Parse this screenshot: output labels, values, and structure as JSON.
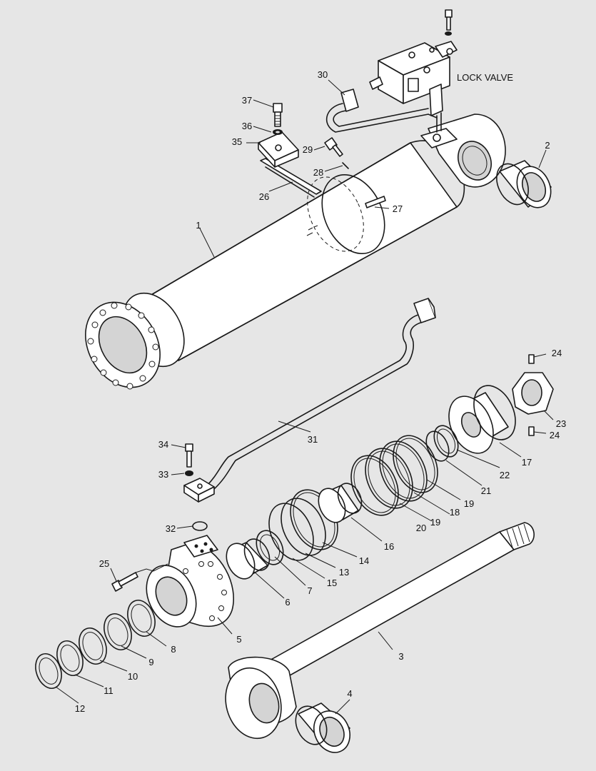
{
  "title": "LOCK VALVE",
  "callouts": [
    {
      "id": "c1",
      "text": "1"
    },
    {
      "id": "c2",
      "text": "2"
    },
    {
      "id": "c3",
      "text": "3"
    },
    {
      "id": "c4",
      "text": "4"
    },
    {
      "id": "c5",
      "text": "5"
    },
    {
      "id": "c6",
      "text": "6"
    },
    {
      "id": "c7",
      "text": "7"
    },
    {
      "id": "c8",
      "text": "8"
    },
    {
      "id": "c9",
      "text": "9"
    },
    {
      "id": "c10",
      "text": "10"
    },
    {
      "id": "c11",
      "text": "11"
    },
    {
      "id": "c12",
      "text": "12"
    },
    {
      "id": "c13",
      "text": "13"
    },
    {
      "id": "c14",
      "text": "14"
    },
    {
      "id": "c15",
      "text": "15"
    },
    {
      "id": "c16",
      "text": "16"
    },
    {
      "id": "c17",
      "text": "17"
    },
    {
      "id": "c18",
      "text": "18"
    },
    {
      "id": "c19a",
      "text": "19"
    },
    {
      "id": "c19b",
      "text": "19"
    },
    {
      "id": "c20",
      "text": "20"
    },
    {
      "id": "c21",
      "text": "21"
    },
    {
      "id": "c22",
      "text": "22"
    },
    {
      "id": "c23",
      "text": "23"
    },
    {
      "id": "c24a",
      "text": "24"
    },
    {
      "id": "c24b",
      "text": "24"
    },
    {
      "id": "c25",
      "text": "25"
    },
    {
      "id": "c26",
      "text": "26"
    },
    {
      "id": "c27",
      "text": "27"
    },
    {
      "id": "c28",
      "text": "28"
    },
    {
      "id": "c29",
      "text": "29"
    },
    {
      "id": "c30",
      "text": "30"
    },
    {
      "id": "c31",
      "text": "31"
    },
    {
      "id": "c32",
      "text": "32"
    },
    {
      "id": "c33",
      "text": "33"
    },
    {
      "id": "c34",
      "text": "34"
    },
    {
      "id": "c35",
      "text": "35"
    },
    {
      "id": "c36",
      "text": "36"
    },
    {
      "id": "c37",
      "text": "37"
    }
  ]
}
